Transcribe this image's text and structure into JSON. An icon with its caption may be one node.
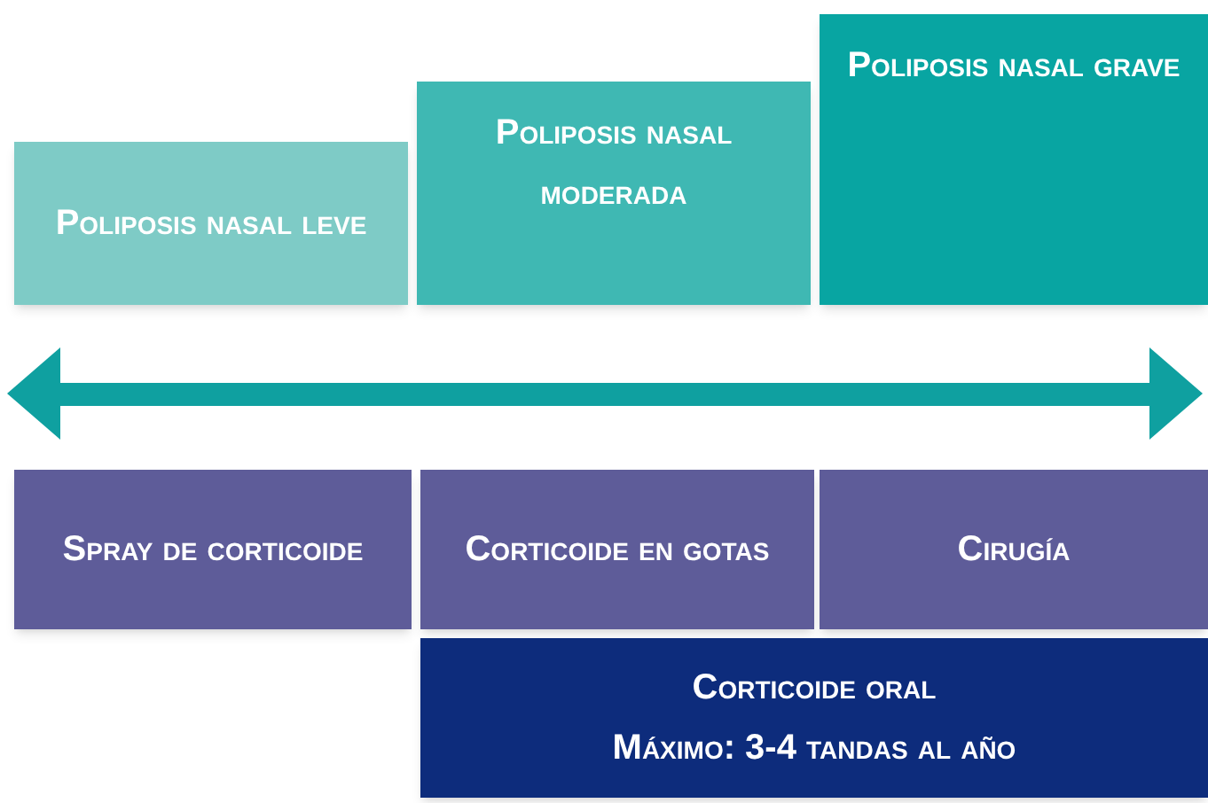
{
  "diagram": {
    "nodes": [
      {
        "text": [
          "Poliposis nasal leve"
        ]
      },
      {
        "text": [
          "Poliposis nasal moderada"
        ]
      },
      {
        "text": [
          "Poliposis nasal grave"
        ]
      },
      {
        "text": [
          "Spray de corticoide"
        ]
      },
      {
        "text": [
          "Corticoide en gotas"
        ]
      },
      {
        "text": [
          "Cirugía"
        ]
      },
      {
        "text": [
          "Corticoide oral",
          "Máximo: 3-4 tandas al año"
        ]
      }
    ]
  }
}
